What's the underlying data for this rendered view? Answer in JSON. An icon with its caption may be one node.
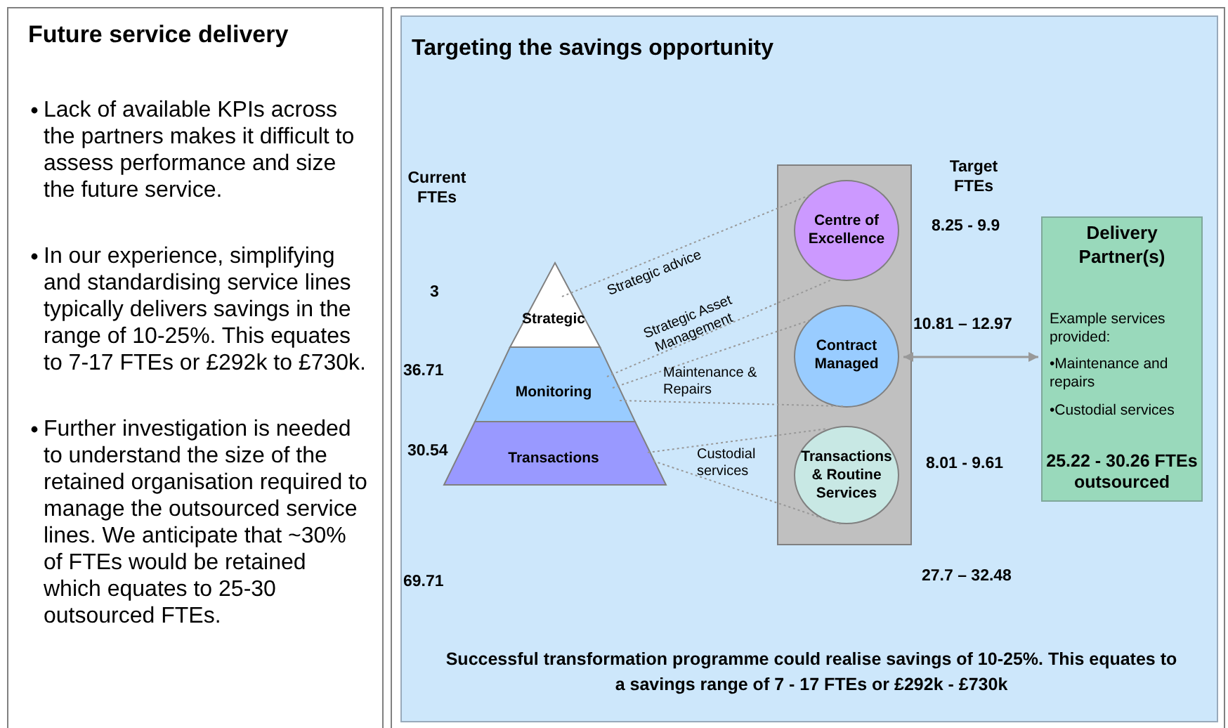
{
  "diagram": {
    "nodes": [
      {
        "text": [
          "Future service delivery",
          "Lack of available KPIs across the partners makes it difficult to assess performance and size the future service.",
          "In our experience, simplifying and standardising service lines typically delivers savings in the range of 10-25%. This equates to 7-17 FTEs or £292k to £730k.",
          "Further investigation is needed to understand the size of the retained organisation required to manage the outsourced service lines. We anticipate that ~30% of FTEs would be retained which equates to 25-30 outsourced FTEs."
        ]
      },
      {
        "text": [
          "Targeting the savings opportunity"
        ]
      },
      {
        "text": [
          "Strategic"
        ],
        "in": 1
      },
      {
        "text": [
          "Monitoring"
        ],
        "in": 1
      },
      {
        "text": [
          "Transactions"
        ],
        "in": 1
      },
      {
        "text": [],
        "shape": "box",
        "in": 1
      },
      {
        "text": [
          "Centre of Excellence"
        ],
        "in": 5
      },
      {
        "text": [
          "Contract Managed"
        ],
        "in": 5
      },
      {
        "text": [
          "Transactions & Routine Services"
        ],
        "in": 5
      },
      {
        "text": [
          "Delivery Partner(s)",
          "Example services provided:",
          "•Maintenance and repairs",
          "•Custodial services",
          "25.22 - 30.26 FTEs outsourced"
        ],
        "in": 1
      }
    ],
    "edges": [
      {
        "from": 2,
        "to": 6,
        "arrow": "none",
        "style": "dashed",
        "label": "Strategic advice"
      },
      {
        "from": 3,
        "to": 6,
        "arrow": "none",
        "style": "dashed",
        "label": "Strategic Asset Management"
      },
      {
        "from": 3,
        "to": 7,
        "arrow": "none",
        "style": "dashed"
      },
      {
        "from": 3,
        "to": 7,
        "arrow": "none",
        "style": "dashed",
        "label": "Maintenance & Repairs"
      },
      {
        "from": 4,
        "to": 8,
        "arrow": "none",
        "style": "dashed"
      },
      {
        "from": 4,
        "to": 8,
        "arrow": "none",
        "style": "dashed",
        "label": "Custodial services"
      },
      {
        "from": 7,
        "to": 9,
        "arrow": "both"
      }
    ],
    "labels": [
      "Current FTEs",
      "Target FTEs",
      "8.25 - 9.9",
      "3",
      "10.81 – 12.97",
      "36.71",
      "30.54",
      "8.01 - 9.61",
      "69.71",
      "27.7 – 32.48",
      "Successful transformation programme could realise savings of 10-25%. This equates to a savings range of 7 - 17 FTEs or £292k - £730k"
    ]
  }
}
